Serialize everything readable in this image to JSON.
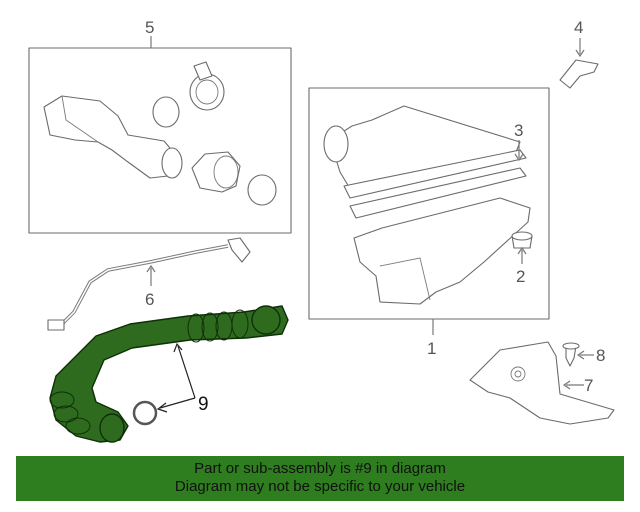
{
  "callouts": {
    "c1": "1",
    "c2": "2",
    "c3": "3",
    "c4": "4",
    "c5": "5",
    "c6": "6",
    "c7": "7",
    "c8": "8",
    "c9": "9"
  },
  "highlight_color": "#2f6b1f",
  "banner": {
    "background": "#2e7d1f",
    "line1": "Part or sub-assembly is #9 in diagram",
    "line2": "Diagram may not be specific to your vehicle"
  }
}
